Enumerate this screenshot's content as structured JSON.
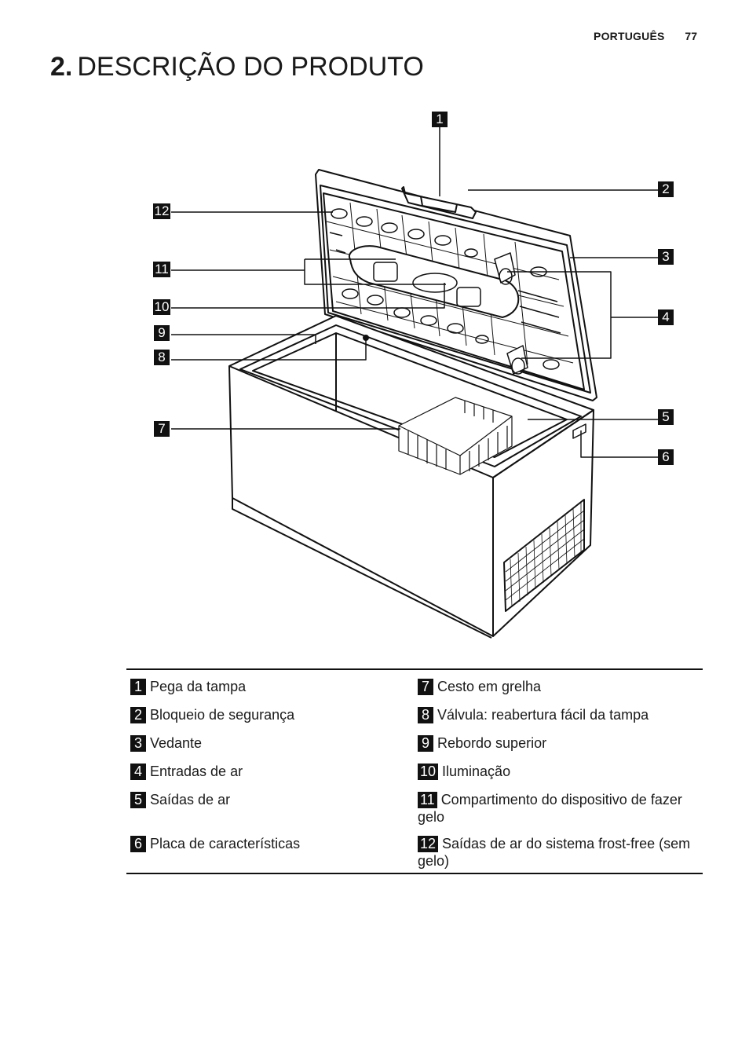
{
  "header": {
    "language": "PORTUGUÊS",
    "page_number": "77"
  },
  "title": {
    "number": "2.",
    "text": "DESCRIÇÃO DO PRODUTO"
  },
  "callouts": [
    "1",
    "2",
    "3",
    "4",
    "5",
    "6",
    "7",
    "8",
    "9",
    "10",
    "11",
    "12"
  ],
  "legend": {
    "left": [
      {
        "num": "1",
        "label": "Pega da tampa"
      },
      {
        "num": "2",
        "label": "Bloqueio de segurança"
      },
      {
        "num": "3",
        "label": "Vedante"
      },
      {
        "num": "4",
        "label": "Entradas de ar"
      },
      {
        "num": "5",
        "label": "Saídas de ar"
      },
      {
        "num": "6",
        "label": "Placa de características"
      }
    ],
    "right": [
      {
        "num": "7",
        "label": "Cesto em grelha"
      },
      {
        "num": "8",
        "label": "Válvula: reabertura fácil da tampa"
      },
      {
        "num": "9",
        "label": "Rebordo superior"
      },
      {
        "num": "10",
        "label": "Iluminação"
      },
      {
        "num": "11",
        "label": "Compartimento do dispositivo de fazer gelo"
      },
      {
        "num": "12",
        "label": "Saídas de ar do sistema frost-free (sem gelo)"
      }
    ]
  }
}
